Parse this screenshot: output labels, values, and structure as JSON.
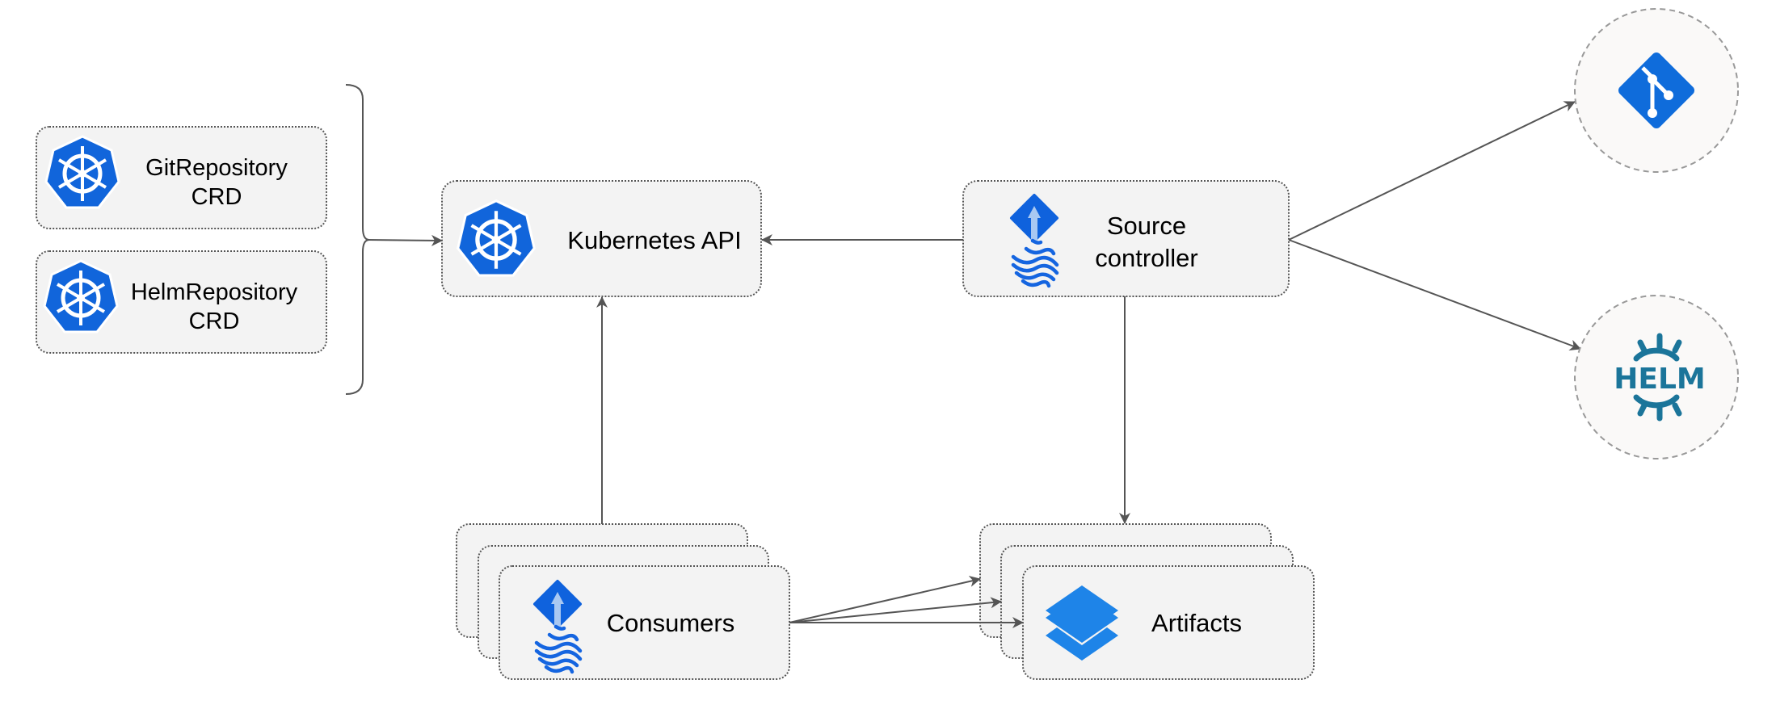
{
  "nodes": {
    "git_repository_crd": {
      "line1": "GitRepository",
      "line2": "CRD",
      "icon": "kubernetes-icon"
    },
    "helm_repository_crd": {
      "line1": "HelmRepository",
      "line2": "CRD",
      "icon": "kubernetes-icon"
    },
    "kubernetes_api": {
      "label": "Kubernetes API",
      "icon": "kubernetes-icon"
    },
    "source_controller": {
      "line1": "Source",
      "line2": "controller",
      "icon": "flux-icon"
    },
    "consumers": {
      "label": "Consumers",
      "icon": "flux-icon"
    },
    "artifacts": {
      "label": "Artifacts",
      "icon": "layers-icon"
    },
    "git": {
      "icon": "git-icon"
    },
    "helm": {
      "logo_text": "HELM",
      "icon": "helm-icon"
    }
  },
  "colors": {
    "kubernetes_blue": "#326ce5",
    "flux_blue": "#0f62dd",
    "layers_blue": "#1e84e8",
    "helm_teal": "#1b759a",
    "edge": "#555555",
    "box_fill": "#f3f3f3"
  }
}
